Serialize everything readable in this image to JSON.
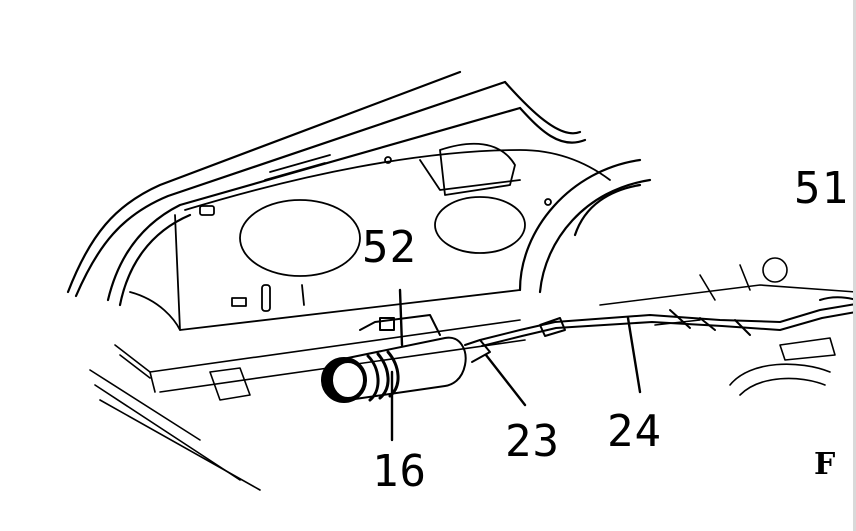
{
  "labels": {
    "part_52": "52",
    "part_51": "51",
    "part_16": "16",
    "part_23": "23",
    "part_24": "24",
    "view_letter": "F"
  },
  "colors": {
    "ink": "#000000",
    "paper": "#ffffff"
  }
}
